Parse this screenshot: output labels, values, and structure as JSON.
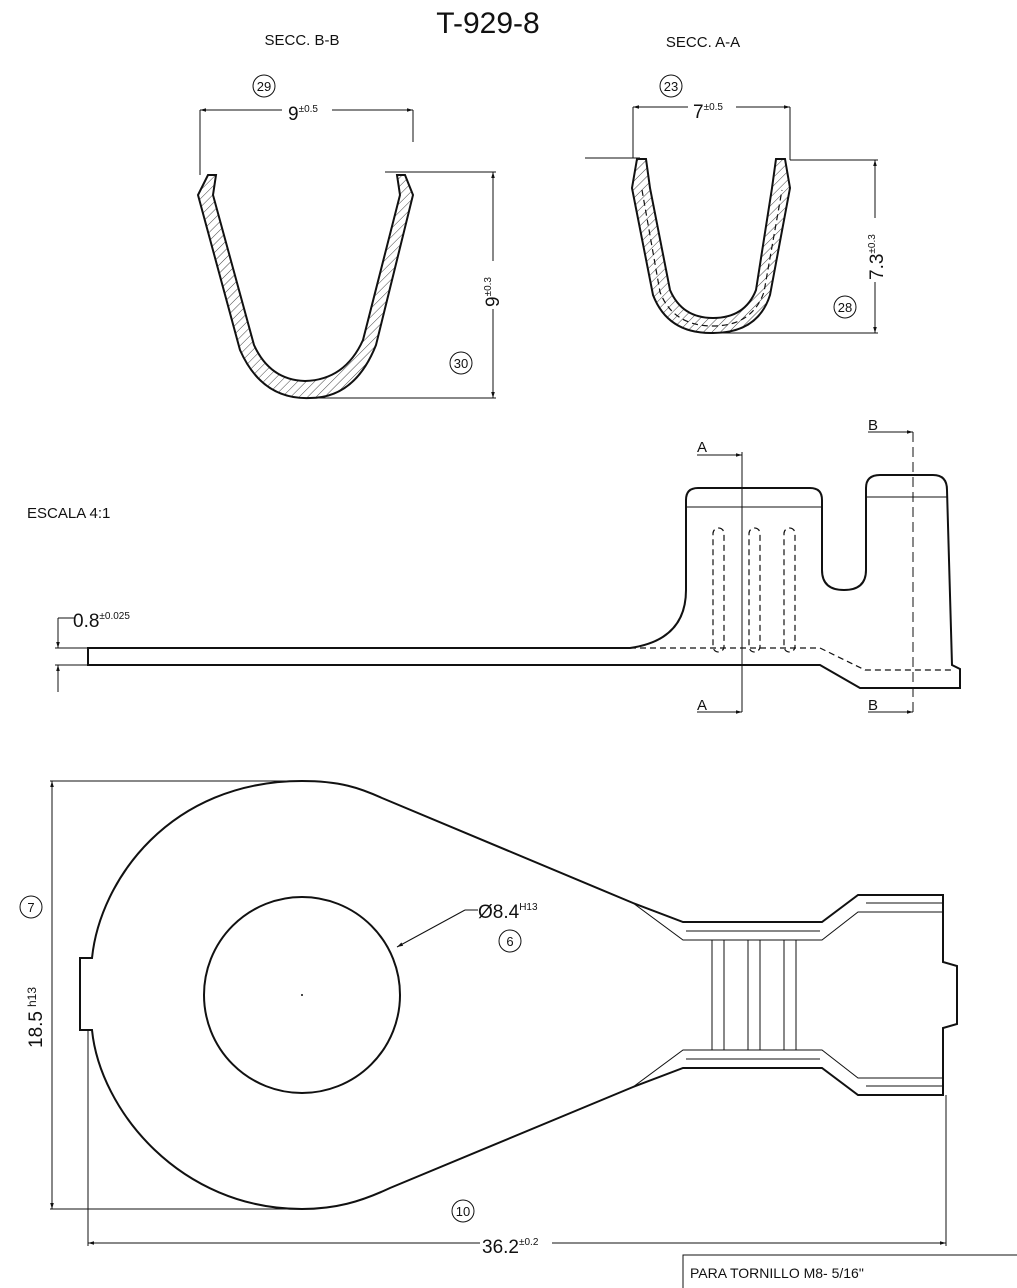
{
  "title": "T-929-8",
  "scale_label": "ESCALA 4:1",
  "section_bb": {
    "label": "SECC. B-B",
    "width_value": "9",
    "width_tol": "±0.5",
    "height_value": "9",
    "height_tol": "±0.3",
    "balloon_width": "29",
    "balloon_height": "30"
  },
  "section_aa": {
    "label": "SECC. A-A",
    "width_value": "7",
    "width_tol": "±0.5",
    "height_value": "7.3",
    "height_tol": "±0.3",
    "balloon_width": "23",
    "balloon_height": "28"
  },
  "side_view": {
    "thickness_value": "0.8",
    "thickness_tol": "±0.025",
    "cut_a": "A",
    "cut_b": "B"
  },
  "top_view": {
    "hole_value": "Ø8.4",
    "hole_tol": "H13",
    "balloon_hole": "6",
    "height_value": "18.5",
    "height_tol": "h13",
    "balloon_height": "7",
    "length_value": "36.2",
    "length_tol": "±0.2",
    "balloon_length": "10"
  },
  "note": "PARA TORNILLO M8- 5/16\""
}
